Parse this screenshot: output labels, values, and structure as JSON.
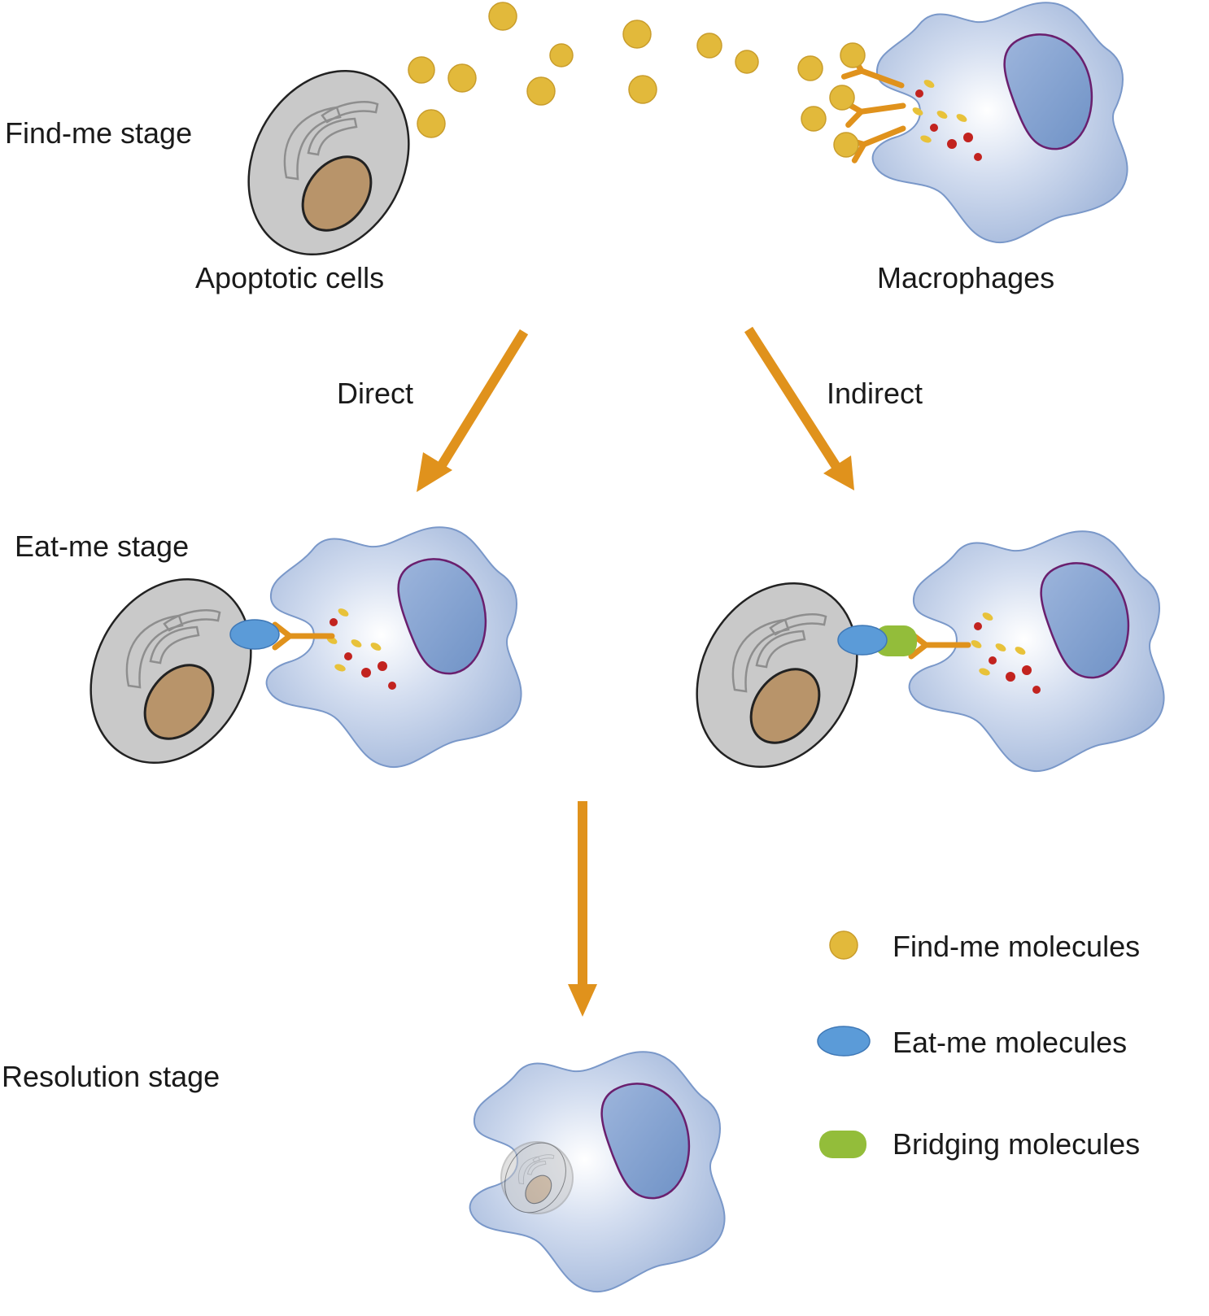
{
  "stages": {
    "find_me": "Find-me stage",
    "eat_me": "Eat-me stage",
    "resolution": "Resolution stage"
  },
  "cells": {
    "apoptotic": "Apoptotic cells",
    "macrophages": "Macrophages"
  },
  "pathways": {
    "direct": "Direct",
    "indirect": "Indirect"
  },
  "legend": [
    {
      "label": "Find-me molecules",
      "color": "#e2b93b",
      "icon": "find-me-molecule-icon"
    },
    {
      "label": "Eat-me molecules",
      "color": "#5b9bd8",
      "icon": "eat-me-molecule-icon"
    },
    {
      "label": "Bridging molecules",
      "color": "#93bd3a",
      "icon": "bridging-molecule-icon"
    }
  ],
  "colors": {
    "arrow": "#e0921c",
    "find_me_molecule": "#e2b93b",
    "eat_me_molecule": "#5b9bd8",
    "bridging_molecule": "#93bd3a",
    "receptor": "#e0921c",
    "apoptotic_cytoplasm": "#c9c9c9",
    "apoptotic_nucleus": "#b8946a",
    "macrophage_body": "#a9bddf",
    "macrophage_nucleus": "#7e9fcd",
    "granule_red": "#c2231f",
    "granule_yellow": "#e8c23a"
  }
}
